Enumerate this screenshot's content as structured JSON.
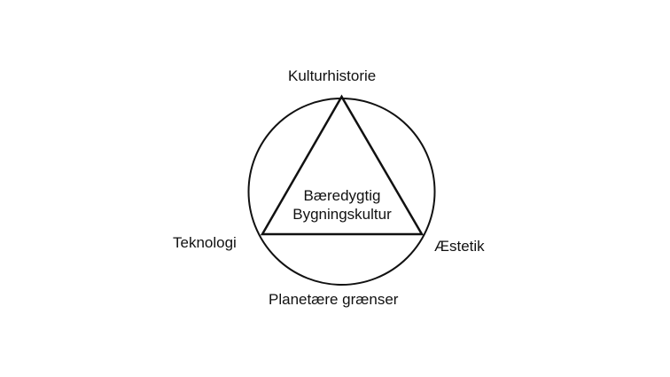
{
  "diagram": {
    "center": {
      "line1": "Bæredygtig",
      "line2": "Bygningskultur"
    },
    "labels": {
      "top": "Kulturhistorie",
      "left": "Teknologi",
      "right": "Æstetik",
      "bottom": "Planetære grænser"
    },
    "stroke_color": "#111111"
  }
}
